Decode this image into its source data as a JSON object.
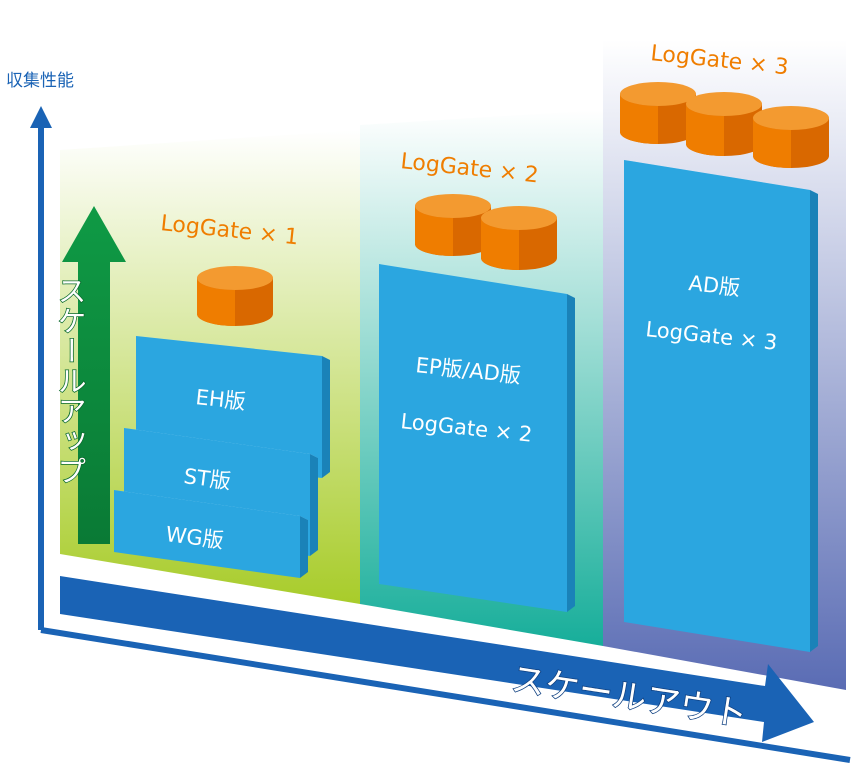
{
  "axis": {
    "y_label": "収集性能"
  },
  "arrows": {
    "scale_up": "スケールアップ",
    "scale_out": "スケールアウト"
  },
  "groups": [
    {
      "count_label": "LogGate × 1",
      "editions": [
        "EH版",
        "ST版",
        "WG版"
      ]
    },
    {
      "count_label": "LogGate × 2",
      "editions": [
        "EP版/AD版"
      ],
      "box_count_label": "LogGate × 2"
    },
    {
      "count_label": "LogGate × 3",
      "editions": [
        "AD版"
      ],
      "box_count_label": "LogGate × 3"
    }
  ],
  "colors": {
    "box": "#2ba6e0",
    "box_side": "#1a82b8",
    "cylinder": "#ef7d00",
    "arrow_blue": "#1a63b5",
    "arrow_green": "#0f9a45",
    "bg_green": "#a8cc2a",
    "bg_teal": "#17ae9a",
    "bg_purple": "#5a6cb4"
  }
}
